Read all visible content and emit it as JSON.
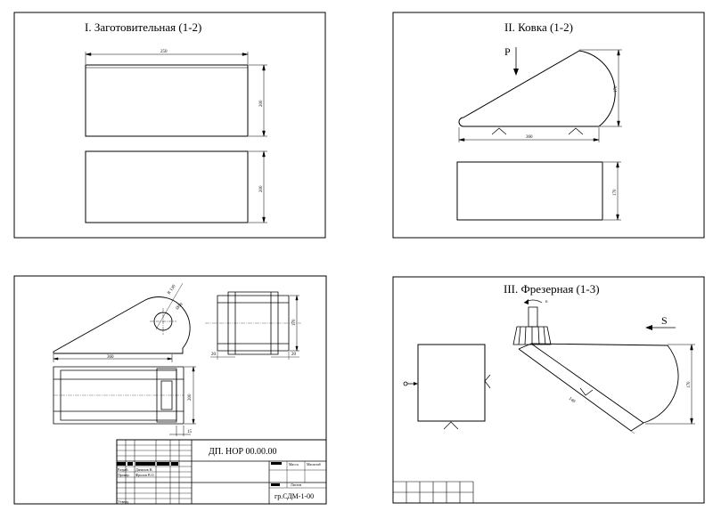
{
  "sheets": {
    "blanking": {
      "title": "I.  Заготовительная (1-2)",
      "dim_width": "250",
      "dim_height_top": "200",
      "dim_height_bottom": "200"
    },
    "forging": {
      "title": "II.  Ковка (1-2)",
      "force_label": "P",
      "dim_length": "360",
      "dim_height": "170",
      "dim_side": "170"
    },
    "assembly": {
      "dim_radius_a": "R 130",
      "dim_radius_b": "Ø50",
      "dim_length": "360",
      "dim_height_side": "170",
      "dim_left": "20",
      "dim_right": "20",
      "dim_plan": "200",
      "dim_gap": "15",
      "stamp": {
        "designation": "ДП. НОР 00.00.00",
        "row_dev": "Разраб.",
        "row_dev_name": "Данилов Н.",
        "row_check": "Провер.",
        "row_check_name": "Фролов В.О.",
        "row_approve": "Утверд.",
        "col_mass": "Масса",
        "col_scale": "Масштаб",
        "sheets_label": "Листов",
        "group": "гр.СДМ-1-00"
      }
    },
    "milling": {
      "title": "III.  Фрезерная (1-3)",
      "feed_label": "S",
      "spindle_label": "n",
      "dim_height": "170",
      "dim_diag": "140"
    }
  }
}
